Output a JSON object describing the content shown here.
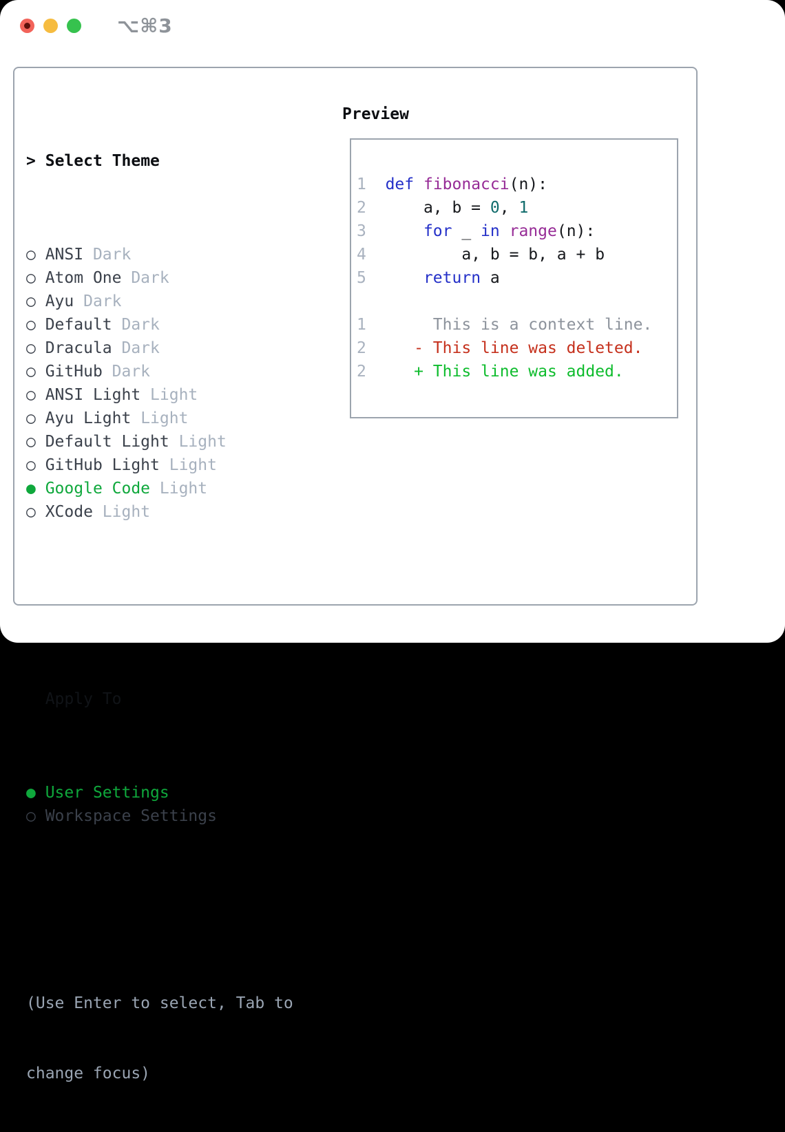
{
  "window": {
    "title": "⌥⌘3",
    "traffic_lights": [
      "close-button",
      "minimize-button",
      "zoom-button"
    ]
  },
  "selector": {
    "header": {
      "marker": ">",
      "label": "Select Theme"
    },
    "themes": [
      {
        "marker": "○",
        "name": "ANSI",
        "variant": "Dark",
        "selected": false
      },
      {
        "marker": "○",
        "name": "Atom One",
        "variant": "Dark",
        "selected": false
      },
      {
        "marker": "○",
        "name": "Ayu",
        "variant": "Dark",
        "selected": false
      },
      {
        "marker": "○",
        "name": "Default",
        "variant": "Dark",
        "selected": false
      },
      {
        "marker": "○",
        "name": "Dracula",
        "variant": "Dark",
        "selected": false
      },
      {
        "marker": "○",
        "name": "GitHub",
        "variant": "Dark",
        "selected": false
      },
      {
        "marker": "○",
        "name": "ANSI Light",
        "variant": "Light",
        "selected": false
      },
      {
        "marker": "○",
        "name": "Ayu Light",
        "variant": "Light",
        "selected": false
      },
      {
        "marker": "○",
        "name": "Default Light",
        "variant": "Light",
        "selected": false
      },
      {
        "marker": "○",
        "name": "GitHub Light",
        "variant": "Light",
        "selected": false
      },
      {
        "marker": "●",
        "name": "Google Code",
        "variant": "Light",
        "selected": true
      },
      {
        "marker": "○",
        "name": "XCode",
        "variant": "Light",
        "selected": false
      }
    ],
    "apply_to": {
      "label": "Apply To",
      "options": [
        {
          "marker": "●",
          "name": "User Settings",
          "selected": true
        },
        {
          "marker": "○",
          "name": "Workspace Settings",
          "selected": false
        }
      ]
    },
    "hint_lines": [
      "(Use Enter to select, Tab to",
      "change focus)"
    ]
  },
  "preview": {
    "label": "Preview",
    "code_lines": [
      [
        {
          "t": "ln",
          "s": "1"
        },
        {
          "t": "pl",
          "s": "  "
        },
        {
          "t": "kw",
          "s": "def"
        },
        {
          "t": "pl",
          "s": " "
        },
        {
          "t": "fn",
          "s": "fibonacci"
        },
        {
          "t": "pl",
          "s": "(n):"
        }
      ],
      [
        {
          "t": "ln",
          "s": "2"
        },
        {
          "t": "pl",
          "s": "      a, b = "
        },
        {
          "t": "lit",
          "s": "0"
        },
        {
          "t": "pl",
          "s": ", "
        },
        {
          "t": "lit",
          "s": "1"
        }
      ],
      [
        {
          "t": "ln",
          "s": "3"
        },
        {
          "t": "pl",
          "s": "      "
        },
        {
          "t": "kw",
          "s": "for"
        },
        {
          "t": "pl",
          "s": " _ "
        },
        {
          "t": "kw",
          "s": "in"
        },
        {
          "t": "pl",
          "s": " "
        },
        {
          "t": "fn",
          "s": "range"
        },
        {
          "t": "pl",
          "s": "(n):"
        }
      ],
      [
        {
          "t": "ln",
          "s": "4"
        },
        {
          "t": "pl",
          "s": "          a, b = b, a + b"
        }
      ],
      [
        {
          "t": "ln",
          "s": "5"
        },
        {
          "t": "pl",
          "s": "      "
        },
        {
          "t": "kw",
          "s": "return"
        },
        {
          "t": "pl",
          "s": " a"
        }
      ]
    ],
    "diff_lines": [
      [
        {
          "t": "ln",
          "s": "1"
        },
        {
          "t": "ctx",
          "s": "       This is a context line."
        }
      ],
      [
        {
          "t": "ln",
          "s": "2"
        },
        {
          "t": "del",
          "s": "     - This line was deleted."
        }
      ],
      [
        {
          "t": "ln",
          "s": "2"
        },
        {
          "t": "add",
          "s": "     + This line was added."
        }
      ]
    ]
  },
  "colors": {
    "selected_green": "#0fa83c",
    "keyword_blue": "#2430c8",
    "function_purple": "#962b96",
    "literal_teal": "#0f6b6b",
    "diff_red": "#c5301c",
    "diff_added_green": "#0ebc2d",
    "border_gray": "#9ca4ae"
  }
}
